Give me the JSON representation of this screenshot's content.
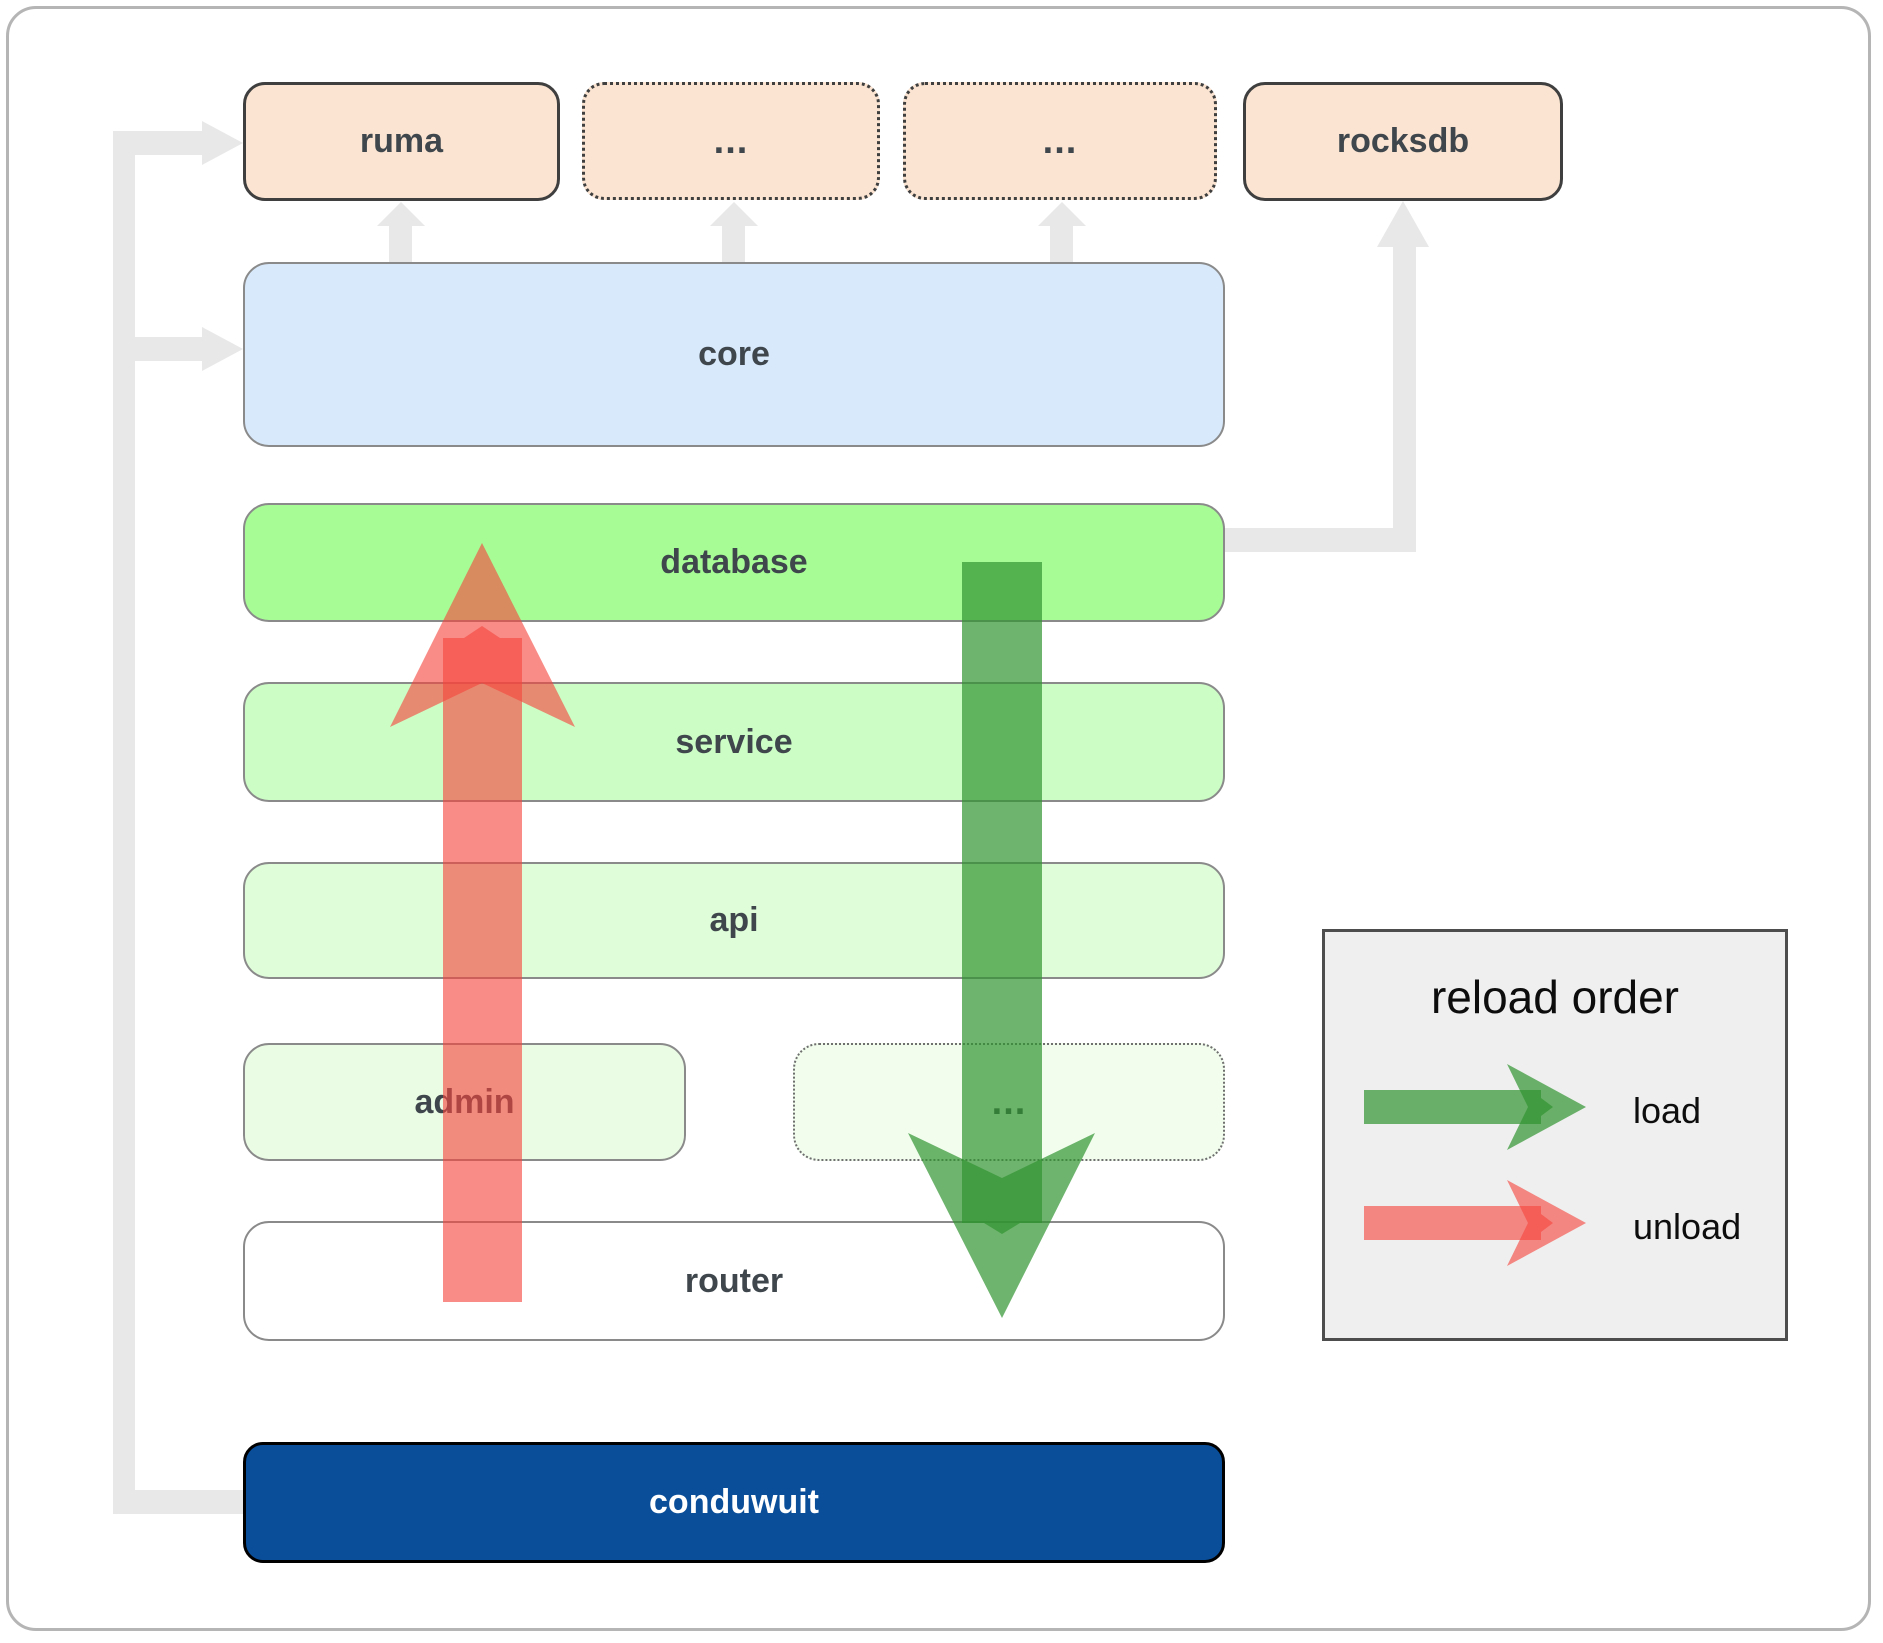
{
  "boxes": {
    "ruma": {
      "label": "ruma"
    },
    "deps_a": {
      "label": "..."
    },
    "deps_b": {
      "label": "..."
    },
    "rocksdb": {
      "label": "rocksdb"
    },
    "core": {
      "label": "core"
    },
    "database": {
      "label": "database"
    },
    "service": {
      "label": "service"
    },
    "api": {
      "label": "api"
    },
    "admin": {
      "label": "admin"
    },
    "service_more": {
      "label": "..."
    },
    "router": {
      "label": "router"
    },
    "conduwuit": {
      "label": "conduwuit"
    }
  },
  "legend": {
    "title": "reload order",
    "items": [
      {
        "label": "load",
        "arrow_color": "#319431"
      },
      {
        "label": "unload",
        "arrow_color": "#f6463e"
      }
    ]
  },
  "colors": {
    "box_peach": "#fbe4d1",
    "box_blue": "#d7e9fb",
    "box_database_green": "#a7fc96",
    "box_service_green": "#ccfdc5",
    "box_api_green": "#defdd8",
    "box_admin_green": "#ebfce5",
    "box_more_green": "#f2fdee",
    "box_router_white": "#ffffff",
    "conduwuit_navy": "#0a4e99",
    "load_green": "#319431",
    "unload_red": "#f6463e",
    "connector_gray": "#e8e8e8",
    "legend_bg": "#efefef",
    "label_text": "#3f474d",
    "border_gray": "#8a8a8a",
    "border_dark": "#3f3f3f"
  }
}
